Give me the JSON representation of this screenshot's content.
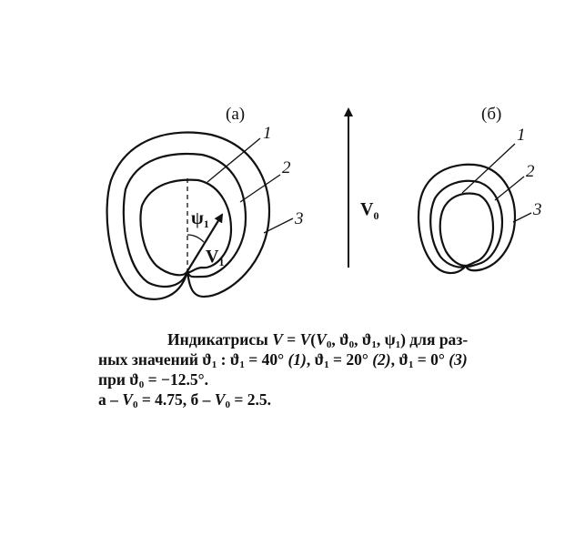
{
  "panels": {
    "a": {
      "label": "(а)",
      "curve_labels": [
        "1",
        "2",
        "3"
      ],
      "angle_label": "ψ",
      "angle_sub": "1",
      "vector_label": "V",
      "vector_sub": "1"
    },
    "b": {
      "label": "(б)",
      "curve_labels": [
        "1",
        "2",
        "3"
      ]
    }
  },
  "flow": {
    "label": "V",
    "label_sub": "0"
  },
  "caption": {
    "line1": {
      "t1": "Индикатрисы ",
      "t2": "V",
      "t3": " = ",
      "t4": "V",
      "t5": "(",
      "t6": "V",
      "t7": "0",
      "t8": ", ϑ",
      "t9": "0",
      "t10": ", ϑ",
      "t11": "1",
      "t12": ", ψ",
      "t13": "1",
      "t14": ") для раз-"
    },
    "line2": {
      "t1": "ных значений ϑ",
      "t2": "1",
      "t3": " : ϑ",
      "t4": "1",
      "t5": " = 40° ",
      "t6": "(1)",
      "t7": ", ϑ",
      "t8": "1",
      "t9": " = 20° ",
      "t10": "(2)",
      "t11": ", ϑ",
      "t12": "1",
      "t13": " = 0° ",
      "t14": "(3)"
    },
    "line3": {
      "t1": "при ϑ",
      "t2": "0",
      "t3": " = −12.5°."
    },
    "line4": {
      "t1": "а – ",
      "t2": "V",
      "t3": "0",
      "t4": " = 4.75, б – ",
      "t5": "V",
      "t6": "0",
      "t7": " = 2.5."
    }
  }
}
